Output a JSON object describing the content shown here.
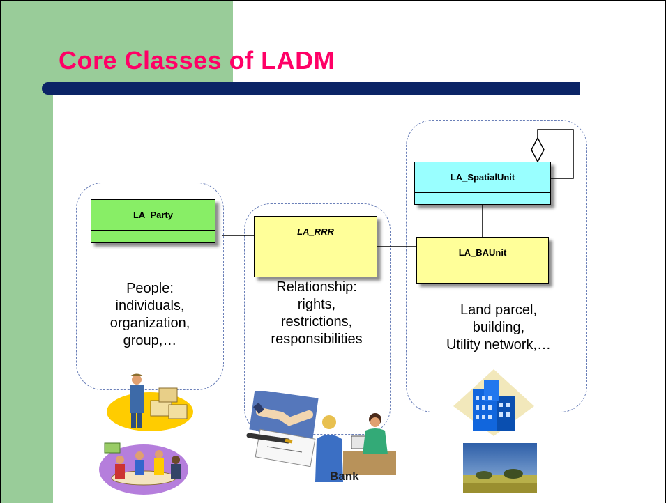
{
  "slide": {
    "title": "Core Classes of LADM"
  },
  "classes": {
    "party": "LA_Party",
    "rrr": "LA_RRR",
    "spatial_unit": "LA_SpatialUnit",
    "baunit": "LA_BAUnit"
  },
  "descriptions": {
    "party": [
      "People:",
      "individuals,",
      "organization,",
      "group,…"
    ],
    "rrr": [
      "Relationship:",
      "rights,",
      "restrictions,",
      "responsibilities"
    ],
    "spatial": [
      "Land parcel,",
      "building,",
      "Utility network,…"
    ]
  },
  "images": {
    "bank_label": "Bank"
  },
  "colors": {
    "title": "#ff0066",
    "sidebar": "#99cc99",
    "title_bar": "#0b2466",
    "party_class": "#88ee66",
    "rrr_class": "#ffff99",
    "spatial_class": "#99ffff",
    "baunit_class": "#ffff99"
  }
}
